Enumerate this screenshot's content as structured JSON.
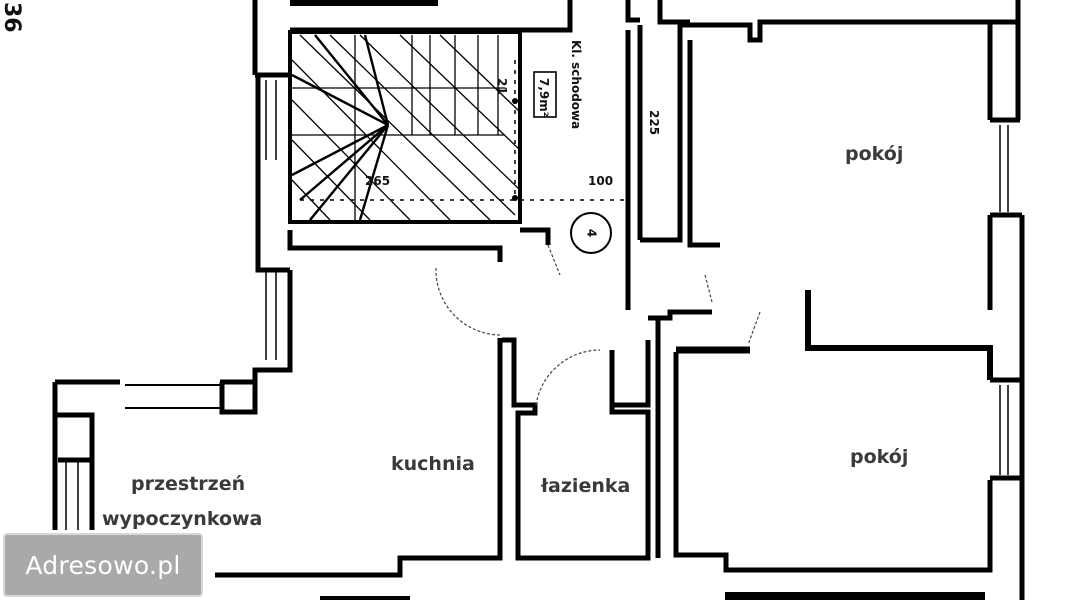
{
  "corner_label": "36",
  "watermark": {
    "text": "Adresowo.pl"
  },
  "rooms": {
    "staircase": {
      "label": "Kl. schodowa",
      "area": "7,9m²"
    },
    "room_top": {
      "label": "pokój"
    },
    "room_bottom": {
      "label": "pokój"
    },
    "kitchen": {
      "label": "kuchnia"
    },
    "bathroom": {
      "label": "łazienka"
    },
    "living_line1": {
      "label": "przestrzeń"
    },
    "living_line2": {
      "label": "wypoczynkowa"
    }
  },
  "dimensions": {
    "stair_width": "265",
    "stair_step": "21",
    "corridor_width": "100",
    "corridor_length": "225"
  },
  "markers": {
    "floor_marker": "4"
  },
  "colors": {
    "wall": "#000000",
    "background": "#ffffff",
    "text": "#3a3a3a",
    "watermark_bg": "#a9a9a9"
  }
}
